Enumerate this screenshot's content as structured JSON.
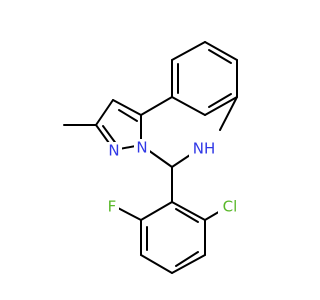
{
  "molecule": {
    "atoms": {
      "pyrazole_n1": "N",
      "pyrazole_n2": "N",
      "amine_nh": "NH",
      "fluorine": "F",
      "chlorine": "Cl"
    },
    "colors": {
      "bond": "#000000",
      "nitrogen": "#2f37e6",
      "halogen": "#59b829",
      "background": "#ffffff"
    }
  }
}
